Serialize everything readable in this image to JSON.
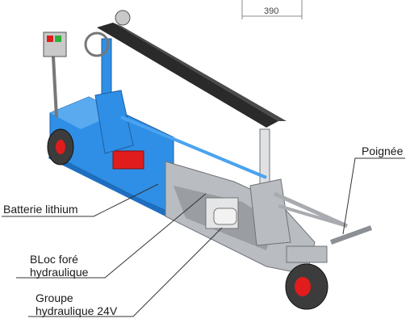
{
  "dimension": {
    "value": "390"
  },
  "callouts": {
    "handle": "Poignée",
    "battery": "Batterie lithium",
    "block_line1": "BLoc foré",
    "block_line2": "hydraulique",
    "group_line1": "Groupe",
    "group_line2": "hydraulique 24V"
  },
  "colors": {
    "frame_blue": "#2f8fe6",
    "steel_grey": "#b9bcc0",
    "dark_grey": "#6f7276",
    "beam_black": "#2a2a2a",
    "battery_red": "#e01c1c"
  }
}
